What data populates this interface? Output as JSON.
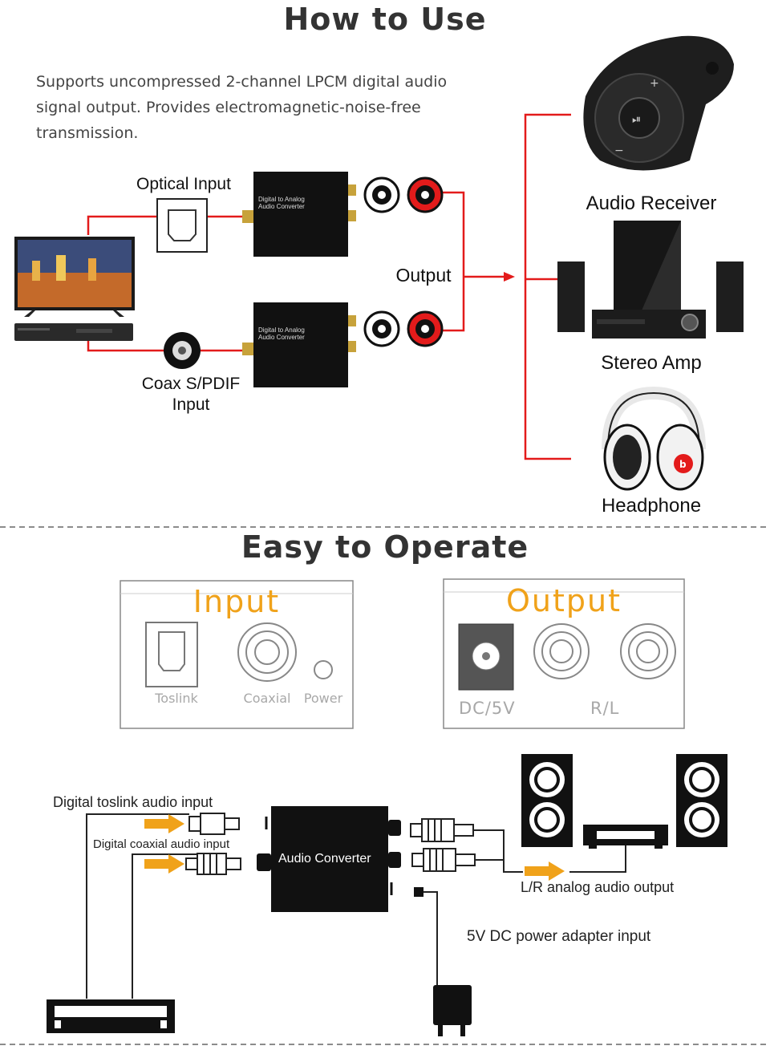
{
  "section1": {
    "title": "How to Use",
    "description": "Supports uncompressed 2-channel LPCM digital audio signal output. Provides electromagnetic-noise-free transmission.",
    "optical_input_label": "Optical Input",
    "coax_input_label_line1": "Coax S/PDIF",
    "coax_input_label_line2": "Input",
    "output_label": "Output",
    "converter_text_line1": "Digital to Analog",
    "converter_text_line2": "Audio Converter",
    "devices": [
      "Audio Receiver",
      "Stereo Amp",
      "Headphone"
    ]
  },
  "section2": {
    "title": "Easy to Operate",
    "input_panel": {
      "title": "Input",
      "ports": [
        "Toslink",
        "Coaxial",
        "Power"
      ]
    },
    "output_panel": {
      "title": "Output",
      "labels": [
        "DC/5V",
        "R/L"
      ]
    },
    "diagram": {
      "toslink_label": "Digital  toslink audio input",
      "coaxial_label": "Digital  coaxial audio input",
      "converter_label": "Audio Converter",
      "analog_output_label": "L/R analog audio output",
      "power_label": "5V DC power adapter input"
    }
  },
  "colors": {
    "accent_red": "#e31b1b",
    "accent_orange": "#f0a21a",
    "title_gray": "#333333"
  }
}
